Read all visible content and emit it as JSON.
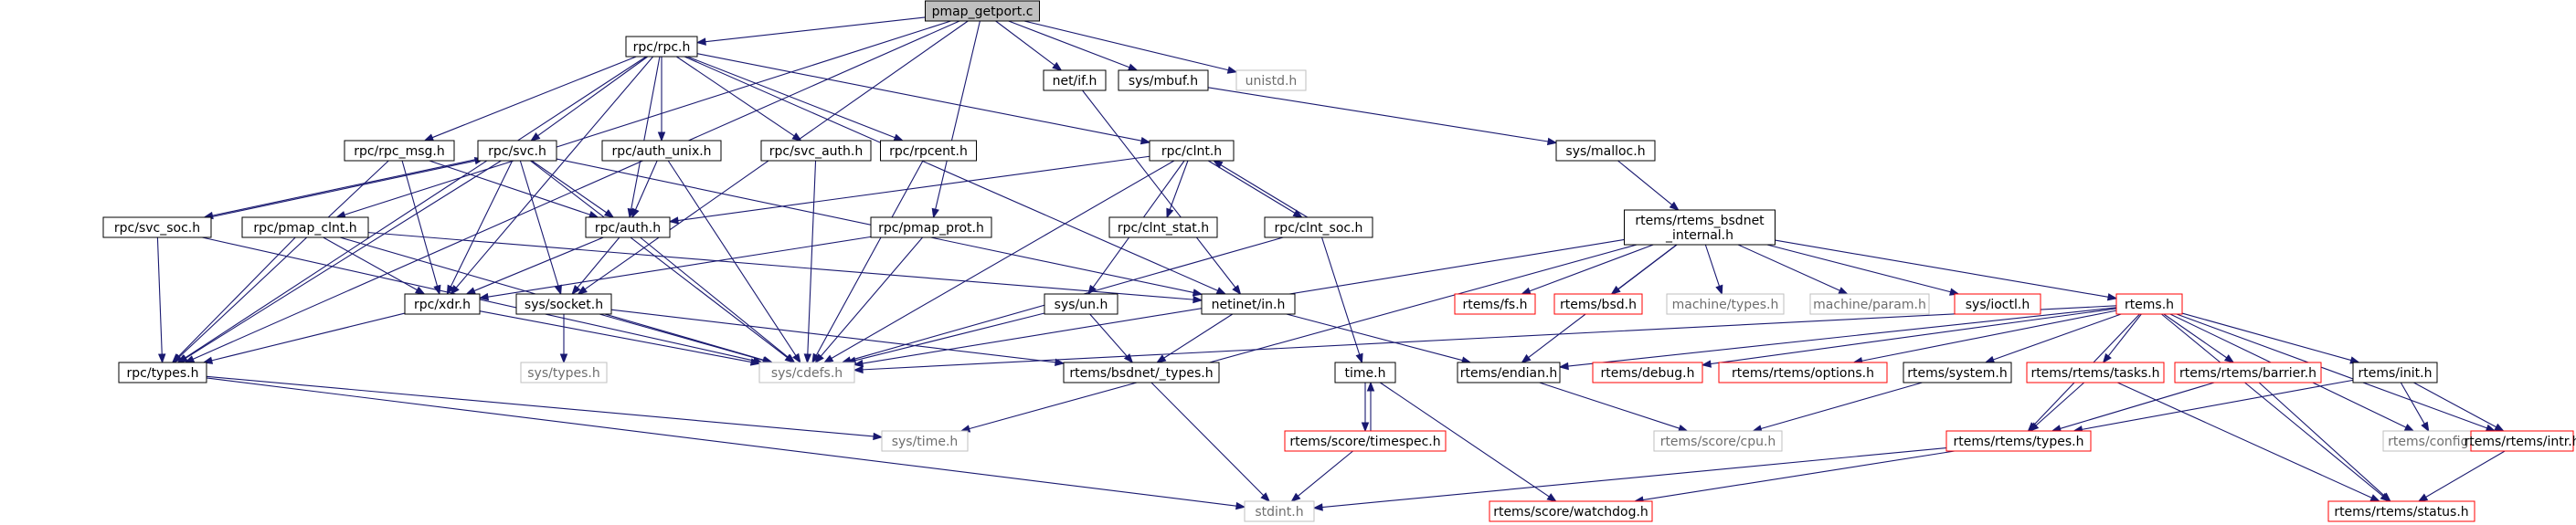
{
  "graph": {
    "nodes": [
      {
        "id": "root",
        "label": "pmap_getport.c",
        "style": "root"
      },
      {
        "id": "rpc_rpc",
        "label": "rpc/rpc.h",
        "style": "black"
      },
      {
        "id": "net_if",
        "label": "net/if.h",
        "style": "black"
      },
      {
        "id": "sys_mbuf",
        "label": "sys/mbuf.h",
        "style": "black"
      },
      {
        "id": "unistd",
        "label": "unistd.h",
        "style": "gray"
      },
      {
        "id": "rpc_rpc_msg",
        "label": "rpc/rpc_msg.h",
        "style": "black"
      },
      {
        "id": "rpc_svc",
        "label": "rpc/svc.h",
        "style": "black"
      },
      {
        "id": "rpc_auth_unix",
        "label": "rpc/auth_unix.h",
        "style": "black"
      },
      {
        "id": "rpc_svc_auth",
        "label": "rpc/svc_auth.h",
        "style": "black"
      },
      {
        "id": "rpc_rpcent",
        "label": "rpc/rpcent.h",
        "style": "black"
      },
      {
        "id": "rpc_clnt",
        "label": "rpc/clnt.h",
        "style": "black"
      },
      {
        "id": "sys_malloc",
        "label": "sys/malloc.h",
        "style": "black"
      },
      {
        "id": "rpc_svc_soc",
        "label": "rpc/svc_soc.h",
        "style": "black"
      },
      {
        "id": "rpc_pmap_clnt",
        "label": "rpc/pmap_clnt.h",
        "style": "black"
      },
      {
        "id": "rpc_auth",
        "label": "rpc/auth.h",
        "style": "black"
      },
      {
        "id": "rpc_pmap_prot",
        "label": "rpc/pmap_prot.h",
        "style": "black"
      },
      {
        "id": "rpc_clnt_stat",
        "label": "rpc/clnt_stat.h",
        "style": "black"
      },
      {
        "id": "rpc_clnt_soc",
        "label": "rpc/clnt_soc.h",
        "style": "black"
      },
      {
        "id": "rtems_bsdnet_internal",
        "label": "rtems/rtems_bsdnet\n_internal.h",
        "style": "black"
      },
      {
        "id": "rpc_xdr",
        "label": "rpc/xdr.h",
        "style": "black"
      },
      {
        "id": "sys_socket",
        "label": "sys/socket.h",
        "style": "black"
      },
      {
        "id": "sys_un",
        "label": "sys/un.h",
        "style": "black"
      },
      {
        "id": "netinet_in",
        "label": "netinet/in.h",
        "style": "black"
      },
      {
        "id": "rtems_fs",
        "label": "rtems/fs.h",
        "style": "red"
      },
      {
        "id": "rtems_bsd",
        "label": "rtems/bsd.h",
        "style": "red"
      },
      {
        "id": "machine_types",
        "label": "machine/types.h",
        "style": "gray"
      },
      {
        "id": "machine_param",
        "label": "machine/param.h",
        "style": "gray"
      },
      {
        "id": "sys_ioctl",
        "label": "sys/ioctl.h",
        "style": "red"
      },
      {
        "id": "rtems_h",
        "label": "rtems.h",
        "style": "red"
      },
      {
        "id": "sys_types",
        "label": "sys/types.h",
        "style": "gray"
      },
      {
        "id": "rpc_types",
        "label": "rpc/types.h",
        "style": "black"
      },
      {
        "id": "sys_cdefs",
        "label": "sys/cdefs.h",
        "style": "gray"
      },
      {
        "id": "rtems_bsdnet_types",
        "label": "rtems/bsdnet/_types.h",
        "style": "black"
      },
      {
        "id": "time_h",
        "label": "time.h",
        "style": "black"
      },
      {
        "id": "rtems_endian",
        "label": "rtems/endian.h",
        "style": "black"
      },
      {
        "id": "rtems_debug",
        "label": "rtems/debug.h",
        "style": "red"
      },
      {
        "id": "rtems_rtems_options",
        "label": "rtems/rtems/options.h",
        "style": "red"
      },
      {
        "id": "rtems_system",
        "label": "rtems/system.h",
        "style": "black"
      },
      {
        "id": "rtems_rtems_tasks",
        "label": "rtems/rtems/tasks.h",
        "style": "red"
      },
      {
        "id": "rtems_rtems_barrier",
        "label": "rtems/rtems/barrier.h",
        "style": "red"
      },
      {
        "id": "rtems_init",
        "label": "rtems/init.h",
        "style": "black"
      },
      {
        "id": "sys_time",
        "label": "sys/time.h",
        "style": "gray"
      },
      {
        "id": "rtems_score_timespec",
        "label": "rtems/score/timespec.h",
        "style": "red"
      },
      {
        "id": "rtems_score_cpu",
        "label": "rtems/score/cpu.h",
        "style": "gray"
      },
      {
        "id": "rtems_rtems_types",
        "label": "rtems/rtems/types.h",
        "style": "red"
      },
      {
        "id": "rtems_config",
        "label": "rtems/config.h",
        "style": "gray"
      },
      {
        "id": "rtems_rtems_intr",
        "label": "rtems/rtems/intr.h",
        "style": "red"
      },
      {
        "id": "stdint",
        "label": "stdint.h",
        "style": "gray"
      },
      {
        "id": "rtems_score_watchdog",
        "label": "rtems/score/watchdog.h",
        "style": "red"
      },
      {
        "id": "rtems_rtems_status",
        "label": "rtems/rtems/status.h",
        "style": "red"
      }
    ],
    "edges": [
      [
        "root",
        "rpc_rpc"
      ],
      [
        "root",
        "net_if"
      ],
      [
        "root",
        "sys_mbuf"
      ],
      [
        "root",
        "unistd"
      ],
      [
        "root",
        "rpc_pmap_clnt"
      ],
      [
        "root",
        "rpc_pmap_prot"
      ],
      [
        "root",
        "sys_socket"
      ],
      [
        "root",
        "rpc_types"
      ],
      [
        "rpc_rpc",
        "rpc_rpc_msg"
      ],
      [
        "rpc_rpc",
        "rpc_svc"
      ],
      [
        "rpc_rpc",
        "rpc_auth_unix"
      ],
      [
        "rpc_rpc",
        "rpc_svc_auth"
      ],
      [
        "rpc_rpc",
        "rpc_rpcent"
      ],
      [
        "rpc_rpc",
        "rpc_clnt"
      ],
      [
        "rpc_rpc",
        "rpc_auth"
      ],
      [
        "rpc_rpc",
        "rpc_xdr"
      ],
      [
        "rpc_rpc",
        "rpc_types"
      ],
      [
        "rpc_rpc",
        "netinet_in"
      ],
      [
        "rpc_rpc_msg",
        "rpc_xdr"
      ],
      [
        "rpc_rpc_msg",
        "rpc_auth"
      ],
      [
        "rpc_rpc_msg",
        "rpc_types"
      ],
      [
        "rpc_svc",
        "rpc_svc_soc"
      ],
      [
        "rpc_svc",
        "rpc_auth"
      ],
      [
        "rpc_svc",
        "rpc_xdr"
      ],
      [
        "rpc_svc",
        "sys_socket"
      ],
      [
        "rpc_svc",
        "sys_cdefs"
      ],
      [
        "rpc_svc",
        "netinet_in"
      ],
      [
        "rpc_svc",
        "rpc_types"
      ],
      [
        "rpc_svc_soc",
        "rpc_svc"
      ],
      [
        "rpc_svc_soc",
        "rpc_types"
      ],
      [
        "rpc_svc_soc",
        "sys_cdefs"
      ],
      [
        "rpc_auth_unix",
        "rpc_auth"
      ],
      [
        "rpc_auth_unix",
        "sys_cdefs"
      ],
      [
        "rpc_svc_auth",
        "sys_cdefs"
      ],
      [
        "rpc_rpcent",
        "sys_cdefs"
      ],
      [
        "rpc_clnt",
        "rpc_auth"
      ],
      [
        "rpc_clnt",
        "rpc_clnt_stat"
      ],
      [
        "rpc_clnt",
        "rpc_clnt_soc"
      ],
      [
        "rpc_clnt",
        "sys_un"
      ],
      [
        "rpc_clnt",
        "sys_cdefs"
      ],
      [
        "rpc_clnt_soc",
        "rpc_clnt"
      ],
      [
        "rpc_clnt_soc",
        "sys_cdefs"
      ],
      [
        "rpc_clnt_soc",
        "time_h"
      ],
      [
        "rpc_pmap_clnt",
        "rpc_xdr"
      ],
      [
        "rpc_pmap_clnt",
        "rpc_types"
      ],
      [
        "rpc_pmap_clnt",
        "sys_cdefs"
      ],
      [
        "rpc_pmap_clnt",
        "netinet_in"
      ],
      [
        "rpc_auth",
        "rpc_xdr"
      ],
      [
        "rpc_auth",
        "sys_socket"
      ],
      [
        "rpc_auth",
        "sys_cdefs"
      ],
      [
        "rpc_pmap_prot",
        "rpc_xdr"
      ],
      [
        "rpc_pmap_prot",
        "sys_cdefs"
      ],
      [
        "rpc_xdr",
        "rpc_types"
      ],
      [
        "rpc_xdr",
        "sys_cdefs"
      ],
      [
        "sys_socket",
        "sys_types"
      ],
      [
        "sys_socket",
        "sys_cdefs"
      ],
      [
        "sys_socket",
        "rtems_bsdnet_types"
      ],
      [
        "sys_un",
        "sys_cdefs"
      ],
      [
        "sys_un",
        "rtems_bsdnet_types"
      ],
      [
        "netinet_in",
        "rtems_bsdnet_types"
      ],
      [
        "netinet_in",
        "rtems_endian"
      ],
      [
        "rpc_types",
        "sys_time"
      ],
      [
        "rpc_types",
        "stdint"
      ],
      [
        "sys_mbuf",
        "sys_malloc"
      ],
      [
        "net_if",
        "netinet_in"
      ],
      [
        "sys_malloc",
        "rtems_bsdnet_internal"
      ],
      [
        "rtems_bsdnet_internal",
        "rtems_fs"
      ],
      [
        "rtems_bsdnet_internal",
        "rtems_bsd"
      ],
      [
        "rtems_bsdnet_internal",
        "machine_types"
      ],
      [
        "rtems_bsdnet_internal",
        "machine_param"
      ],
      [
        "rtems_bsdnet_internal",
        "sys_ioctl"
      ],
      [
        "rtems_bsdnet_internal",
        "rtems_h"
      ],
      [
        "rtems_bsdnet_internal",
        "sys_cdefs"
      ],
      [
        "rtems_bsdnet_internal",
        "sys_time"
      ],
      [
        "rtems_bsdnet_internal",
        "rtems_endian"
      ],
      [
        "rtems_h",
        "rtems_endian"
      ],
      [
        "rtems_h",
        "rtems_debug"
      ],
      [
        "rtems_h",
        "rtems_rtems_options"
      ],
      [
        "rtems_h",
        "rtems_system"
      ],
      [
        "rtems_h",
        "rtems_rtems_tasks"
      ],
      [
        "rtems_h",
        "rtems_rtems_barrier"
      ],
      [
        "rtems_h",
        "rtems_init"
      ],
      [
        "rtems_h",
        "rtems_config"
      ],
      [
        "rtems_h",
        "rtems_rtems_intr"
      ],
      [
        "rtems_h",
        "rtems_rtems_status"
      ],
      [
        "rtems_h",
        "rtems_rtems_types"
      ],
      [
        "rtems_h",
        "sys_cdefs"
      ],
      [
        "rtems_bsdnet_types",
        "stdint"
      ],
      [
        "rtems_endian",
        "rtems_score_cpu"
      ],
      [
        "time_h",
        "rtems_score_timespec"
      ],
      [
        "time_h",
        "rtems_score_watchdog"
      ],
      [
        "rtems_score_timespec",
        "time_h"
      ],
      [
        "rtems_score_timespec",
        "stdint"
      ],
      [
        "rtems_system",
        "rtems_score_cpu"
      ],
      [
        "rtems_rtems_tasks",
        "rtems_rtems_types"
      ],
      [
        "rtems_rtems_tasks",
        "rtems_rtems_status"
      ],
      [
        "rtems_rtems_barrier",
        "rtems_rtems_types"
      ],
      [
        "rtems_rtems_barrier",
        "rtems_rtems_status"
      ],
      [
        "rtems_init",
        "rtems_rtems_types"
      ],
      [
        "rtems_init",
        "rtems_config"
      ],
      [
        "rtems_init",
        "rtems_rtems_intr"
      ],
      [
        "rtems_rtems_types",
        "stdint"
      ],
      [
        "rtems_rtems_types",
        "rtems_score_watchdog"
      ],
      [
        "rtems_rtems_intr",
        "rtems_rtems_status"
      ]
    ]
  }
}
